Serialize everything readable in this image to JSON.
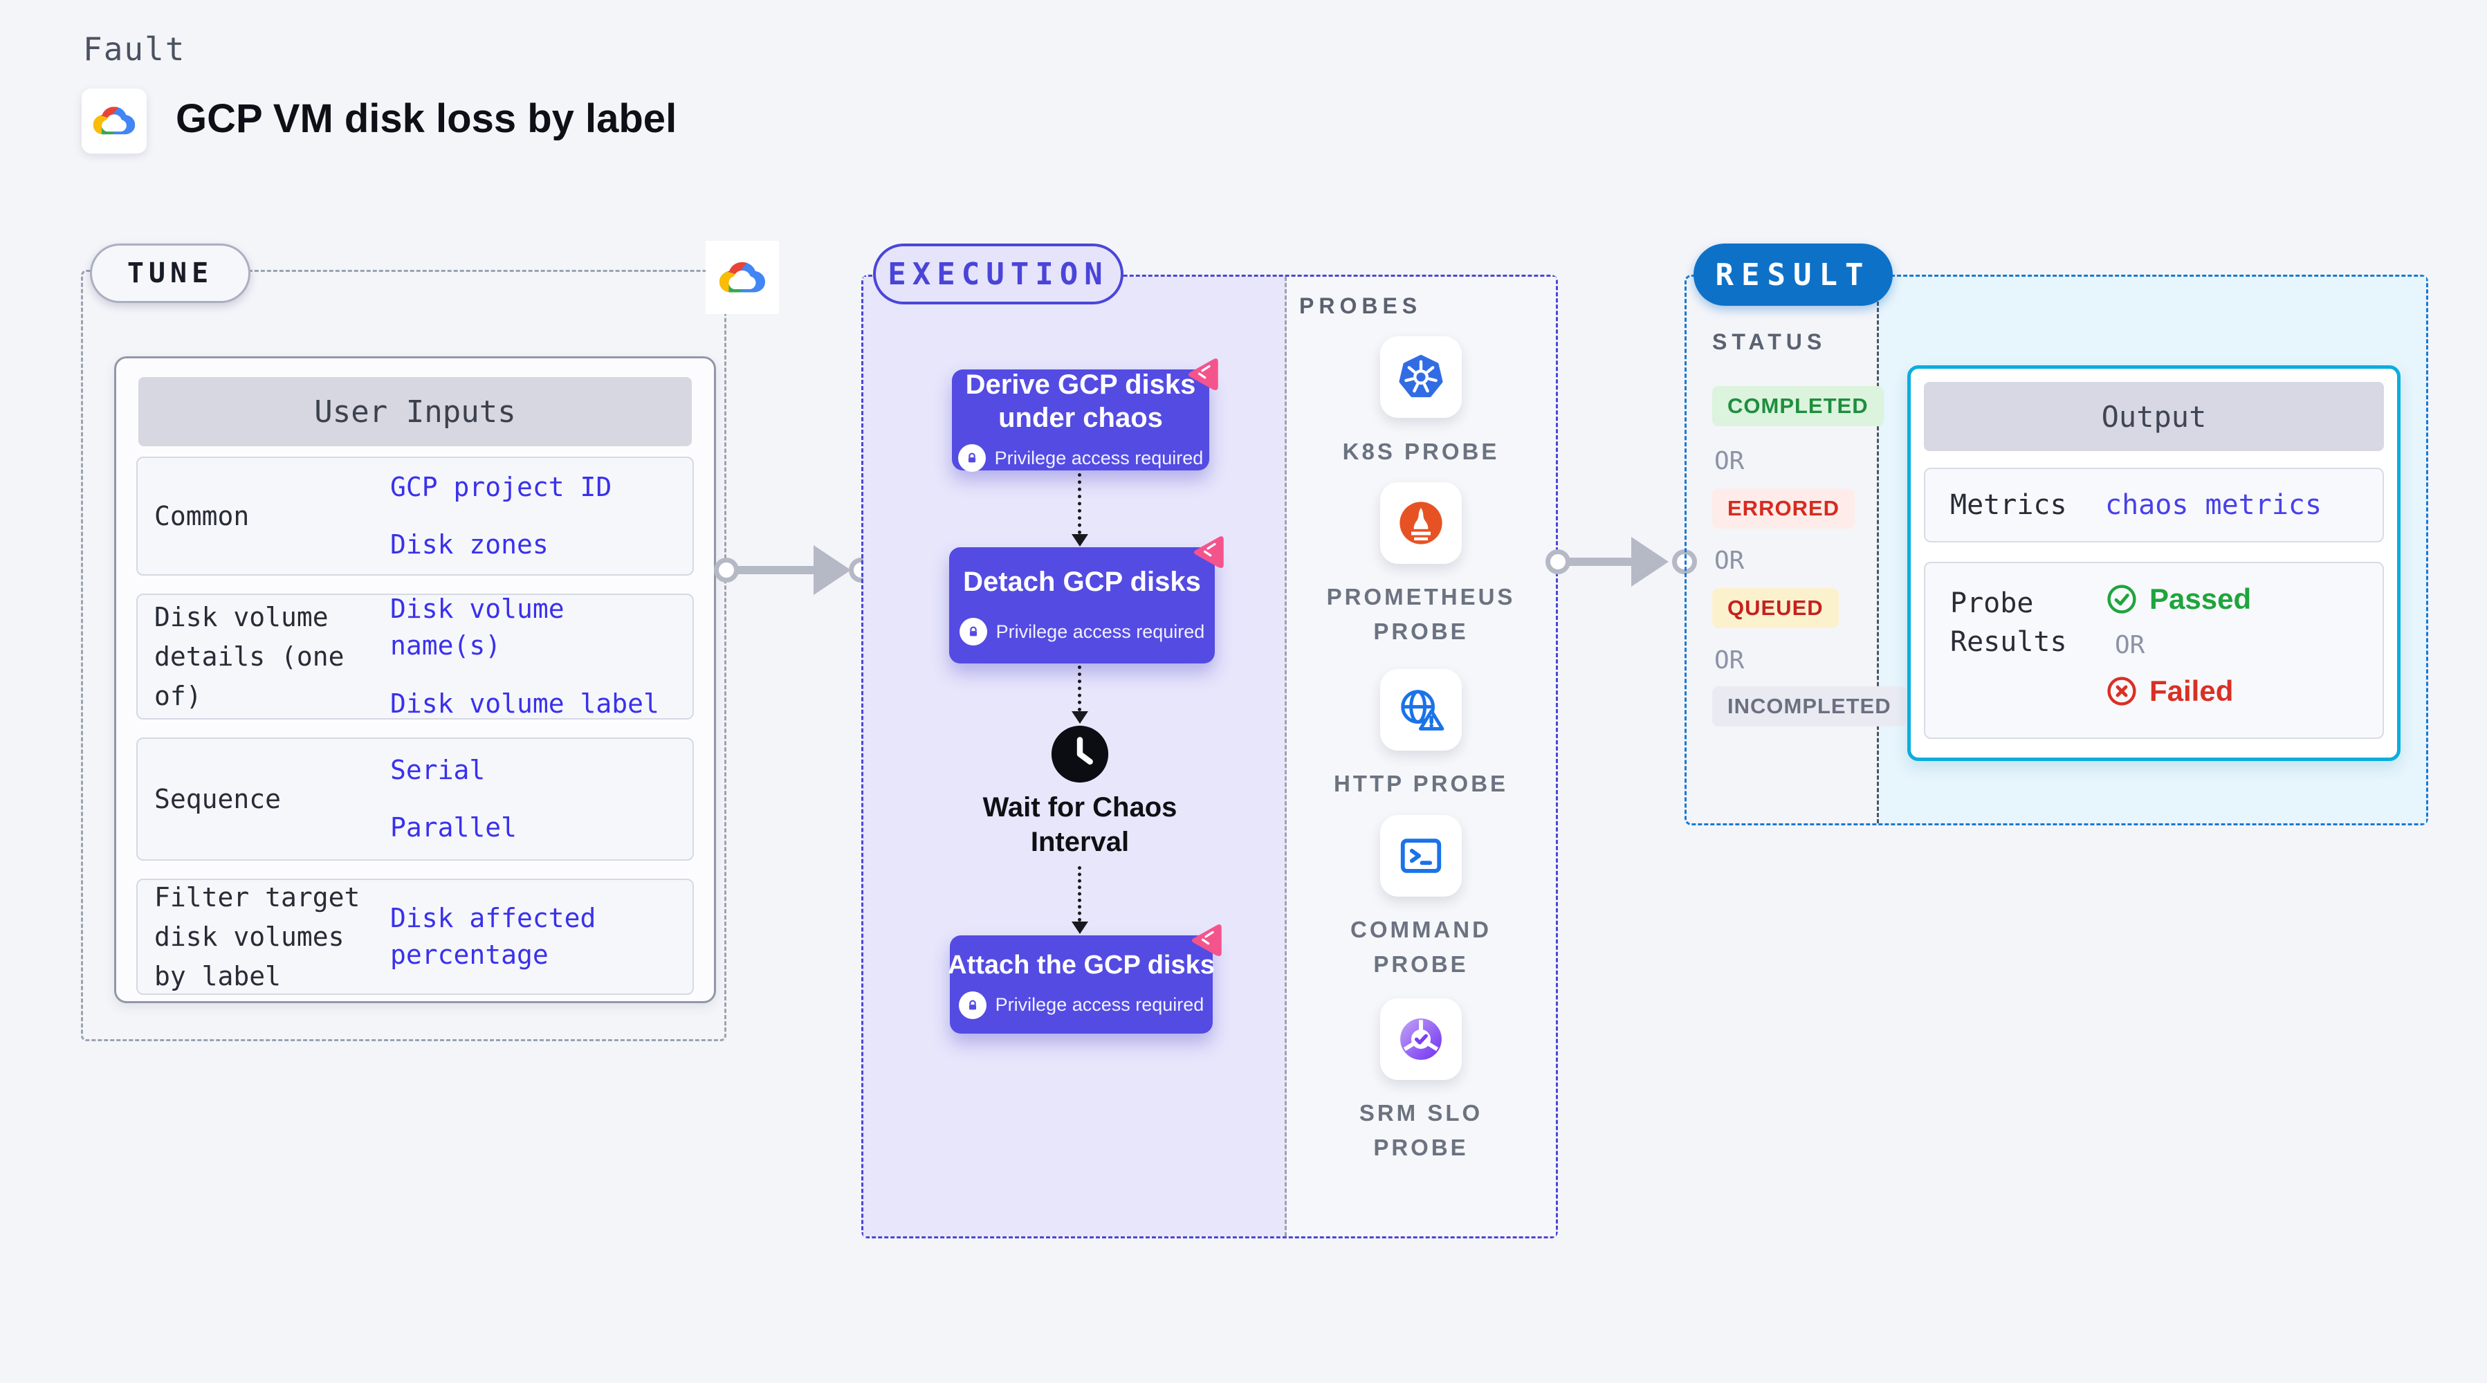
{
  "page": {
    "kicker": "Fault",
    "title": "GCP VM disk loss by label"
  },
  "tune": {
    "badge": "TUNE",
    "table": {
      "header": "User Inputs",
      "rows": [
        {
          "label": "Common",
          "values": [
            "GCP project ID",
            "Disk zones"
          ]
        },
        {
          "label": "Disk volume details (one of)",
          "values": [
            "Disk volume name(s)",
            "Disk volume label"
          ]
        },
        {
          "label": "Sequence",
          "values": [
            "Serial",
            "Parallel"
          ]
        },
        {
          "label": "Filter target disk volumes by label",
          "values": [
            "Disk affected percentage"
          ]
        }
      ]
    }
  },
  "execution": {
    "badge": "EXECUTION",
    "nodes": [
      {
        "title": "Derive GCP disks under chaos",
        "note": "Privilege access required"
      },
      {
        "title": "Detach GCP disks",
        "note": "Privilege access required"
      },
      {
        "title": "Attach the GCP disks",
        "note": "Privilege access required"
      }
    ],
    "wait": "Wait for Chaos Interval"
  },
  "probes": {
    "label": "PROBES",
    "items": [
      {
        "name": "K8S PROBE",
        "icon": "kubernetes-icon"
      },
      {
        "name": "PROMETHEUS PROBE",
        "icon": "prometheus-icon"
      },
      {
        "name": "HTTP PROBE",
        "icon": "http-probe-icon"
      },
      {
        "name": "COMMAND PROBE",
        "icon": "command-probe-icon"
      },
      {
        "name": "SRM SLO PROBE",
        "icon": "srm-slo-probe-icon"
      }
    ]
  },
  "result": {
    "badge": "RESULT",
    "status": {
      "label": "STATUS",
      "or": "OR",
      "items": [
        "COMPLETED",
        "ERRORED",
        "QUEUED",
        "INCOMPLETED"
      ]
    },
    "output": {
      "header": "Output",
      "metrics_label": "Metrics",
      "metrics_value": "chaos metrics",
      "probe_label": "Probe Results",
      "passed": "Passed",
      "or": "OR",
      "failed": "Failed"
    }
  },
  "colors": {
    "accent-indigo": "#544be3",
    "exec-border": "#4a46d8",
    "exec-bg": "#e7e6fb",
    "result-blue": "#0e71c8",
    "result-border": "#1779d4",
    "output-border": "#0badde",
    "output-bg": "#e7f5fc",
    "value-blue": "#3a31ec",
    "completed-green": "#1e8e3e",
    "completed-bg": "#dcf3de",
    "errored-red": "#d62b1f",
    "errored-bg": "#fdecea",
    "queued-red": "#c5221f",
    "queued-bg": "#fbf2cd",
    "incompleted-gray": "#6a7080",
    "incompleted-bg": "#eaebf2",
    "passed-green": "#1ea53c",
    "failed-red": "#d93025",
    "pink": "#f4548c"
  }
}
